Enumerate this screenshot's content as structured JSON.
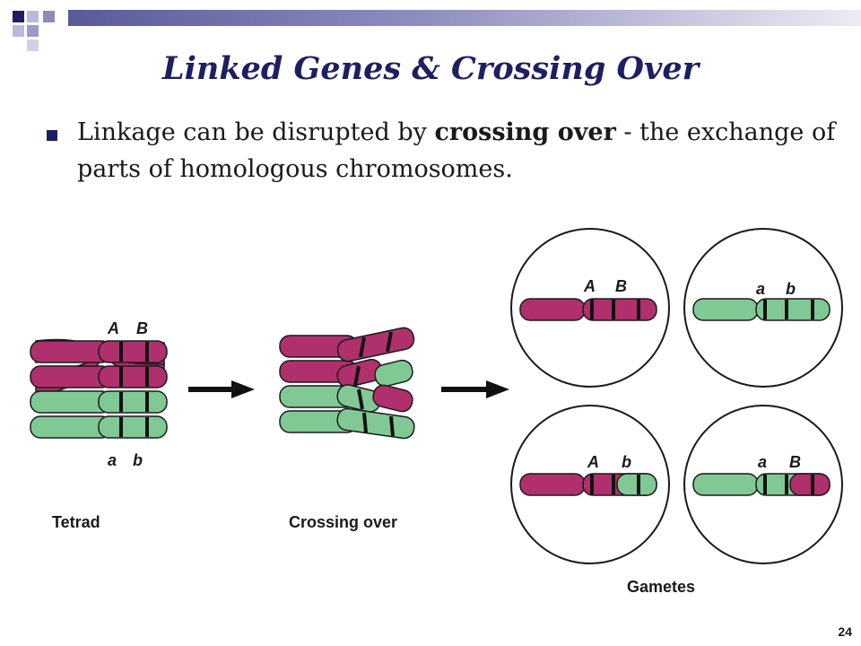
{
  "slide": {
    "title": "Linked Genes & Crossing Over",
    "bullet": {
      "before": "Linkage can be disrupted by ",
      "bold": "crossing over",
      "after": " - the exchange of parts of homologous chromosomes."
    },
    "page_number": "24"
  },
  "diagram": {
    "stages": {
      "tetrad": "Tetrad",
      "crossing_over": "Crossing over",
      "gametes": "Gametes"
    },
    "alleles": {
      "tetrad_top_a": "A",
      "tetrad_top_b": "B",
      "tetrad_bottom_a": "a",
      "tetrad_bottom_b": "b",
      "g1_a": "A",
      "g1_b": "B",
      "g2_a": "a",
      "g2_b": "b",
      "g3_a": "A",
      "g3_b": "b",
      "g4_a": "a",
      "g4_b": "B"
    },
    "colors": {
      "magenta": "#b0306e",
      "green": "#80c995",
      "outline": "#1a1a1a",
      "band": "#111111"
    }
  }
}
